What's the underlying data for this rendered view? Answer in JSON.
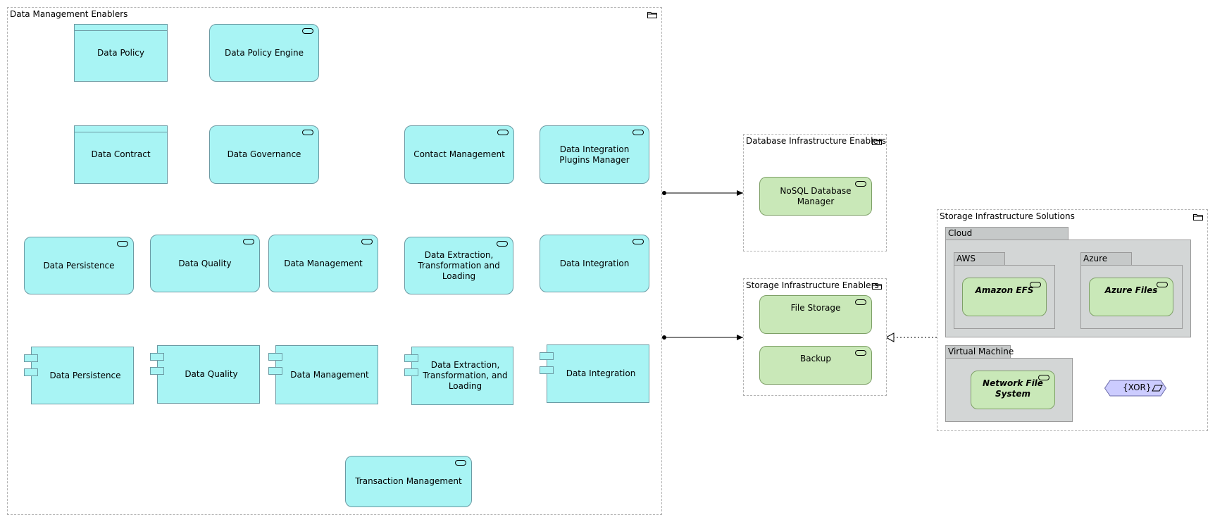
{
  "groups": {
    "data_management": {
      "label": "Data Management Enablers"
    },
    "database_infra": {
      "label": "Database Infrastructure Enablers"
    },
    "storage_infra": {
      "label": "Storage Infrastructure Enablers"
    },
    "storage_solutions": {
      "label": "Storage Infrastructure Solutions"
    }
  },
  "objects": {
    "data_policy": "Data Policy",
    "data_contract": "Data Contract"
  },
  "services": {
    "data_policy_engine": "Data Policy Engine",
    "data_governance": "Data Governance",
    "contact_management": "Contact Management",
    "data_integration_plugins_manager": "Data Integration Plugins Manager",
    "data_persistence": "Data Persistence",
    "data_quality": "Data Quality",
    "data_management": "Data Management",
    "data_etl": "Data Extraction, Transformation and Loading",
    "data_integration": "Data Integration",
    "transaction_management": "Transaction Management"
  },
  "components": {
    "data_persistence": "Data Persistence",
    "data_quality": "Data Quality",
    "data_management": "Data Management",
    "data_etl": "Data Extraction, Transformation, and Loading",
    "data_integration": "Data Integration"
  },
  "tech_services": {
    "nosql_db_manager": "NoSQL Database Manager",
    "file_storage": "File Storage",
    "backup": "Backup",
    "amazon_efs": "Amazon EFS",
    "azure_files": "Azure Files",
    "network_file_system": "Network File System"
  },
  "locations": {
    "cloud": "Cloud",
    "aws": "AWS",
    "azure": "Azure",
    "virtual_machine": "Virtual Machine"
  },
  "junction": {
    "label": "{XOR}"
  },
  "colors": {
    "application": "#a8f4f4",
    "technology": "#c9e8b8",
    "location": "#d3d6d6",
    "junction": "#ccccff"
  }
}
